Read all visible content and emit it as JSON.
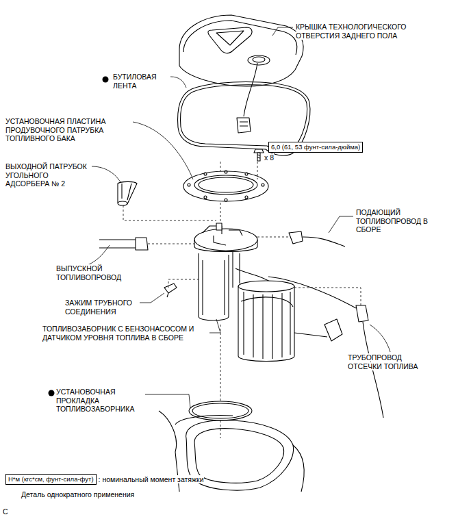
{
  "diagram": {
    "nodes": [
      {
        "text": [
          "6,0 (61, 53 фунт-сила-дюйма)"
        ]
      },
      {
        "text": [
          "Н*м (кгс*см, фунт-сила-фут)"
        ]
      }
    ],
    "labels": [
      "КРЫШКА ТЕХНОЛОГИЧЕСКОГО ОТВЕРСТИЯ ЗАДНЕГО ПОЛА",
      "БУТИЛОВАЯ ЛЕНТА",
      "УСТАНОВОЧНАЯ ПЛАСТИНА ПРОДУВОЧНОГО ПАТРУБКА ТОПЛИВНОГО БАКА",
      "x 8",
      "ВЫХОДНОЙ ПАТРУБОК УГОЛЬНОГО АДСОРБЕРА № 2",
      "ПОДАЮЩИЙ ТОПЛИВОПРОВОД В СБОРЕ",
      "ВЫПУСКНОЙ ТОПЛИВОПРОВОД",
      "ЗАЖИМ ТРУБНОГО СОЕДИНЕНИЯ",
      "ТОПЛИВОЗАБОРНИК С БЕНЗОНАСОСОМ И ДАТЧИКОМ УРОВНЯ ТОПЛИВА В СБОРЕ",
      "ТРУБОПРОВОД ОТСЕЧКИ ТОПЛИВА",
      "УСТАНОВОЧНАЯ ПРОКЛАДКА ТОПЛИВОЗАБОРНИКА",
      "C"
    ],
    "legend": [
      {
        "text": ": номинальный момент затяжки"
      },
      {
        "text": "Деталь однократного применения"
      }
    ]
  }
}
